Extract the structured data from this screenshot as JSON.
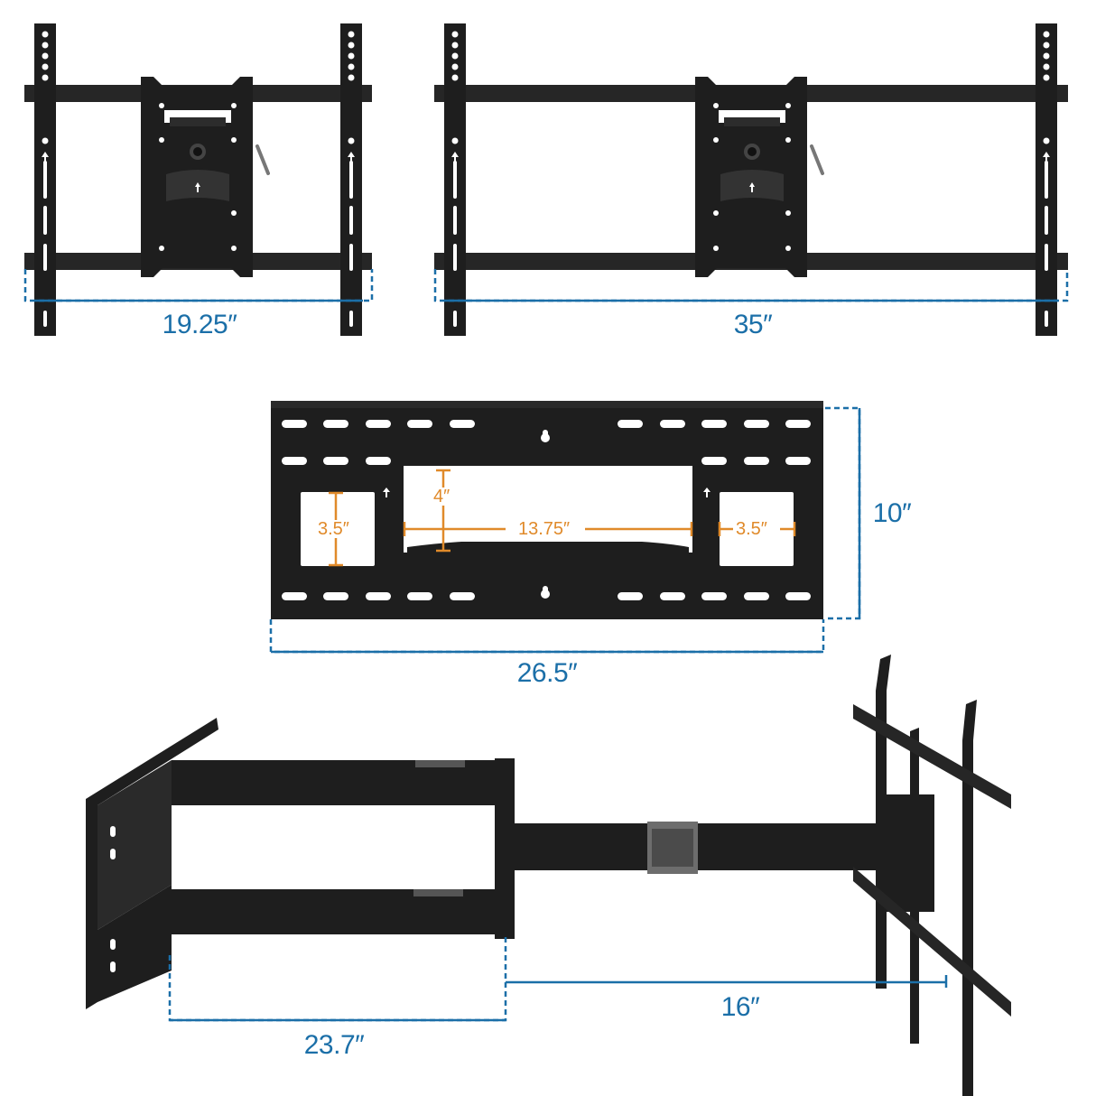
{
  "figure": {
    "type": "product dimension diagram",
    "subject": "full-motion TV wall mount with extending arm",
    "colors": {
      "background": "#ffffff",
      "metal": "#1e1e1e",
      "metal_highlight": "#3a3a3a",
      "dimension_blue": "#1b6fa8",
      "dimension_orange": "#e08a2a"
    }
  },
  "panels": {
    "min_width": {
      "label": "19.25″",
      "description": "TV brackets at minimum spread"
    },
    "max_width": {
      "label": "35″",
      "description": "TV brackets at maximum spread"
    },
    "wall_plate": {
      "width_label": "26.5″",
      "height_label": "10″",
      "cutouts": {
        "left_cutout_height": "3.5″",
        "center_cutout_width": "13.75″",
        "center_cutout_height": "4″",
        "right_cutout_width": "3.5″"
      }
    },
    "arm_extension": {
      "max_extension_label": "23.7″",
      "retracted_extension_label": "16″"
    }
  }
}
